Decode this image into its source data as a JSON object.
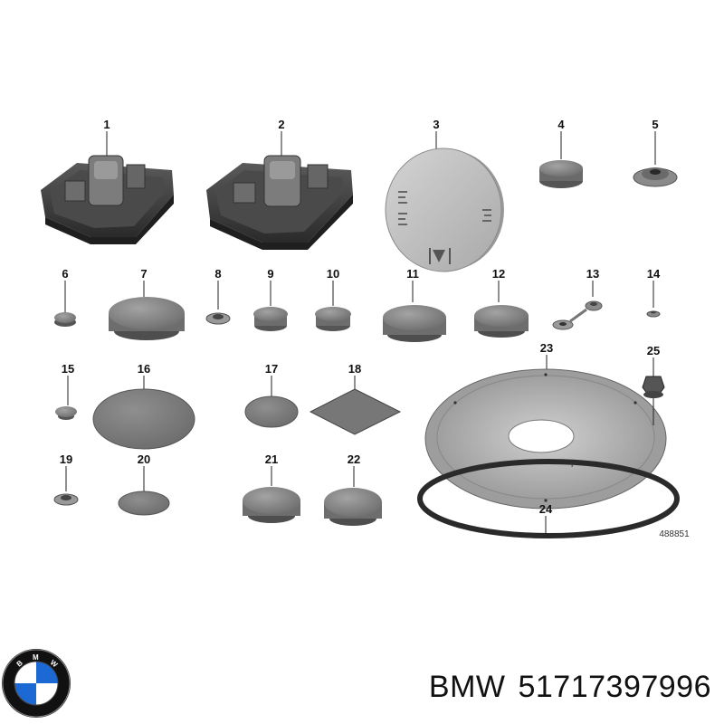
{
  "diagram": {
    "reference_code": "488851",
    "part_labels": [
      "1",
      "2",
      "3",
      "4",
      "5",
      "6",
      "7",
      "8",
      "9",
      "10",
      "11",
      "12",
      "13",
      "14",
      "15",
      "16",
      "17",
      "18",
      "19",
      "20",
      "21",
      "22",
      "23",
      "24",
      "25"
    ]
  },
  "logo": {
    "text": "BMW",
    "colors": {
      "blue": "#1c69d4",
      "white": "#ffffff",
      "ring": "#111111"
    }
  },
  "footer": {
    "brand": "BMW",
    "part_number": "51717397996"
  }
}
